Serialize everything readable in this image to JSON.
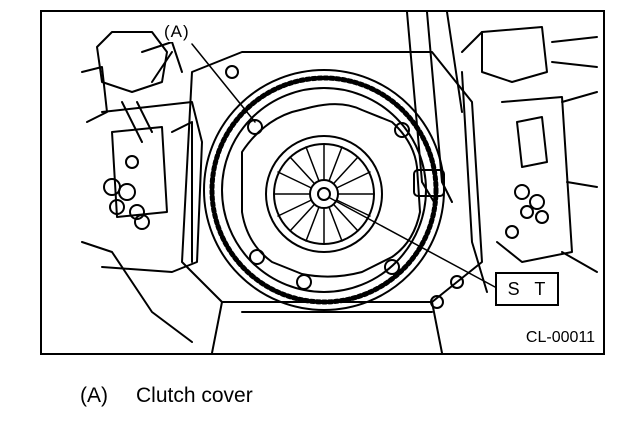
{
  "figure": {
    "callout_a": "(A)",
    "tool_label": "S T",
    "figure_code": "CL-00011"
  },
  "legend": {
    "key": "(A)",
    "text": "Clutch cover"
  }
}
